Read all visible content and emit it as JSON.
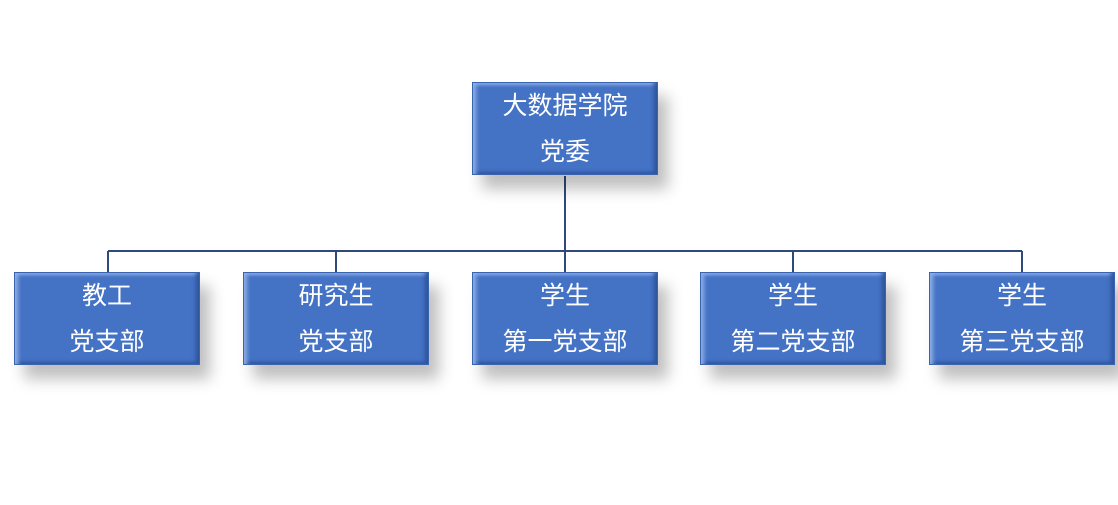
{
  "root": {
    "line1": "大数据学院",
    "line2": "党委"
  },
  "children": [
    {
      "line1": "教工",
      "line2": "党支部"
    },
    {
      "line1": "研究生",
      "line2": "党支部"
    },
    {
      "line1": "学生",
      "line2": "第一党支部"
    },
    {
      "line1": "学生",
      "line2": "第二党支部"
    },
    {
      "line1": "学生",
      "line2": "第三党支部"
    }
  ],
  "colors": {
    "box": "#4472C4",
    "line": "#2f4a7a"
  }
}
